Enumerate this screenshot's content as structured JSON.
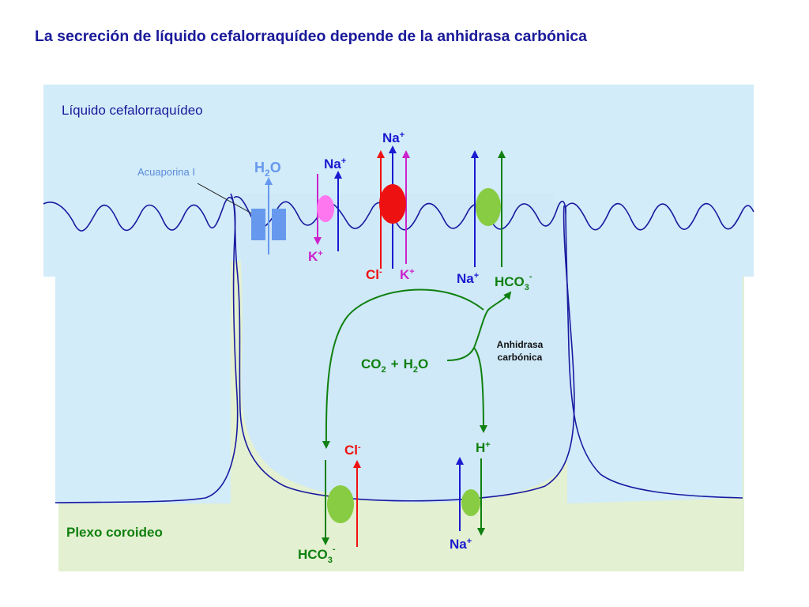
{
  "title": "La secreción de líquido cefalorraquídeo depende de la anhidrasa carbónica",
  "regions": {
    "csf": "Líquido cefalorraquídeo",
    "plexus": "Plexo coroideo"
  },
  "aquaporin_label": "Acuaporina I",
  "colors": {
    "csf_bg": "#d2ecfa",
    "plexus_bg": "#e3f0d1",
    "cell_fill": "#cfe9f8",
    "membrane": "#1a1aa0",
    "blue": "#1a1ad0",
    "red": "#ee1111",
    "green": "#108010",
    "magenta": "#cc22cc",
    "aquaporin": "#6699ee",
    "pink": "#ff77ee",
    "light_green": "#88cc44",
    "title": "#1a1a9a"
  },
  "apical": {
    "h2o": {
      "pre": "H",
      "sub": "2",
      "post": "O"
    },
    "nak_pump": {
      "na": "Na",
      "k": "K"
    },
    "nkcc": {
      "na": "Na",
      "cl": "Cl",
      "k": "K"
    },
    "nahco3": {
      "na": "Na",
      "hco3": "HCO",
      "hco3_sub": "3"
    }
  },
  "reaction": {
    "co2": "CO",
    "co2_sub": "2",
    "plus": "+",
    "h2o": "H",
    "h2o_sub": "2",
    "h2o_end": "O",
    "enzyme_line1": "Anhidrasa",
    "enzyme_line2": "carbónica"
  },
  "basolateral": {
    "cl_hco3": {
      "cl": "Cl",
      "hco3": "HCO",
      "hco3_sub": "3"
    },
    "na_h": {
      "h": "H",
      "na": "Na"
    }
  },
  "charges": {
    "plus": "+",
    "minus": "-"
  }
}
